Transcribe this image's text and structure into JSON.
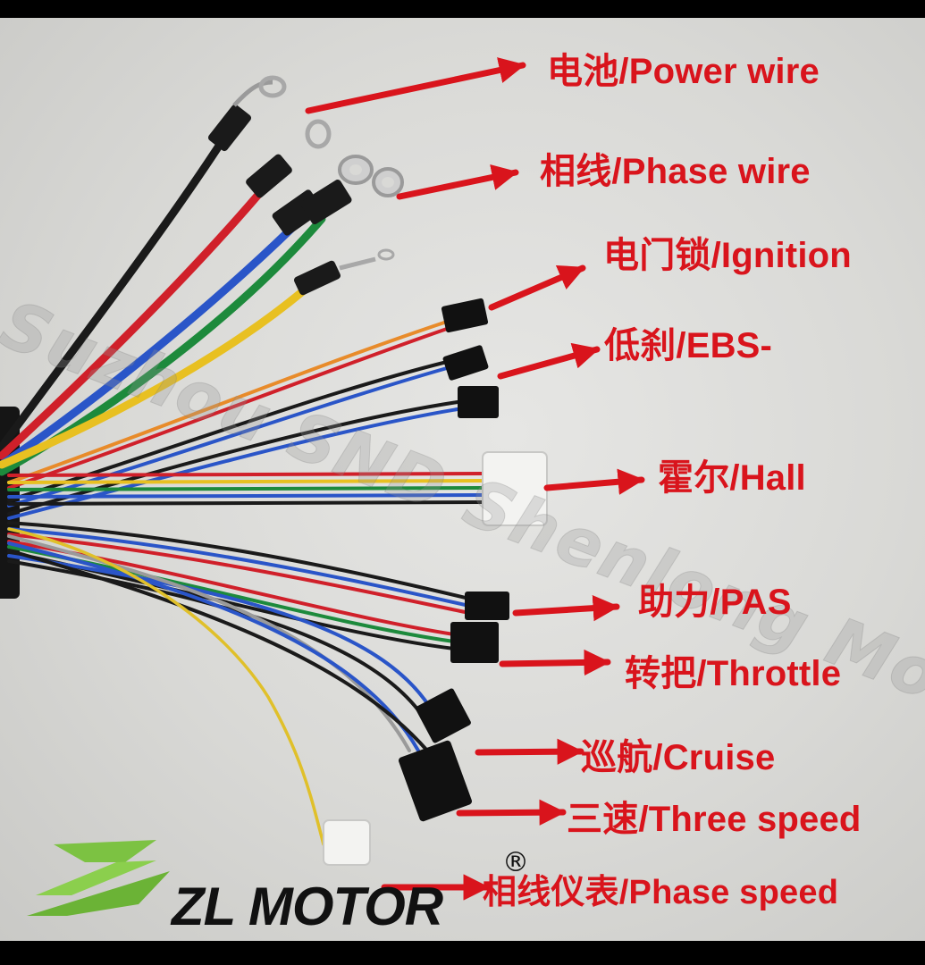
{
  "labels": [
    {
      "id": "power",
      "text": "电池/Power wire"
    },
    {
      "id": "phase",
      "text": "相线/Phase wire"
    },
    {
      "id": "ignition",
      "text": "电门锁/Ignition"
    },
    {
      "id": "ebs",
      "text": "低刹/EBS-"
    },
    {
      "id": "hall",
      "text": "霍尔/Hall"
    },
    {
      "id": "pas",
      "text": "助力/PAS"
    },
    {
      "id": "throttle",
      "text": "转把/Throttle"
    },
    {
      "id": "cruise",
      "text": "巡航/Cruise"
    },
    {
      "id": "three_speed",
      "text": "三速/Three speed"
    },
    {
      "id": "phase_speed",
      "text": "相线仪表/Phase speed"
    }
  ],
  "brand": {
    "name": "ZL MOTOR",
    "registered": "®"
  },
  "watermark": "Suzhou SND Shenlong Motor Co., Ltd",
  "colors": {
    "label": "#d9141c",
    "arrow": "#d9141c",
    "logo_green": "#7cc242"
  }
}
